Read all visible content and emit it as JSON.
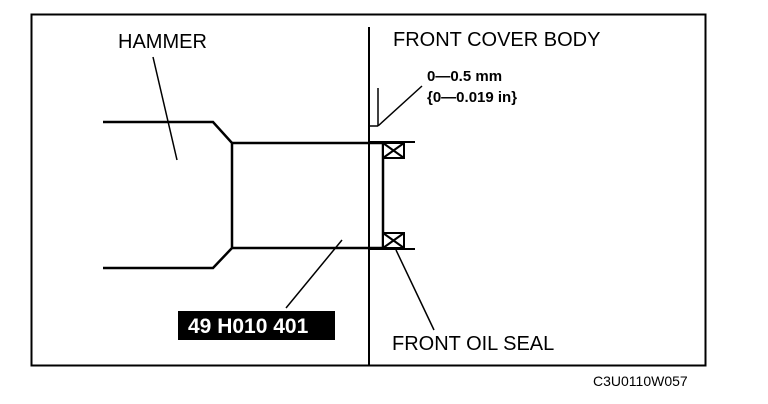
{
  "labels": {
    "hammer": "HAMMER",
    "front_cover_body": "FRONT COVER BODY",
    "clearance_mm": "0—0.5 mm",
    "clearance_in": "{0—0.019 in}",
    "tool_number": "49 H010 401",
    "front_oil_seal": "FRONT OIL SEAL",
    "figure_code": "C3U0110W057"
  },
  "colors": {
    "ink": "#000000",
    "background": "#ffffff",
    "tool_label_fill": "#000000",
    "tool_label_text": "#ffffff"
  }
}
